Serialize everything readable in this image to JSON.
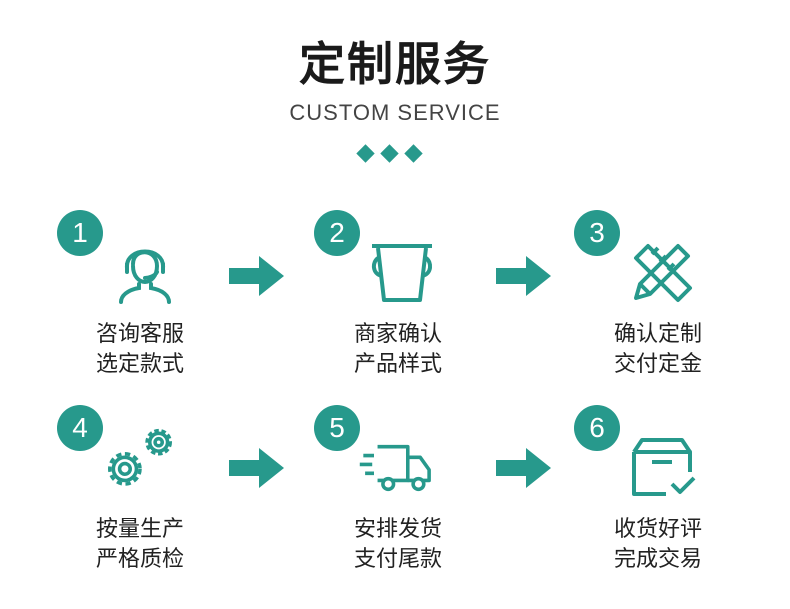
{
  "header": {
    "title": "定制服务",
    "subtitle": "CUSTOM SERVICE"
  },
  "accent_color": "#27998c",
  "steps": [
    {
      "number": "1",
      "icon": "customer-service-headset-icon",
      "line1": "咨询客服",
      "line2": "选定款式"
    },
    {
      "number": "2",
      "icon": "bucket-icon",
      "line1": "商家确认",
      "line2": "产品样式"
    },
    {
      "number": "3",
      "icon": "pencil-ruler-icon",
      "line1": "确认定制",
      "line2": "交付定金"
    },
    {
      "number": "4",
      "icon": "gears-icon",
      "line1": "按量生产",
      "line2": "严格质检"
    },
    {
      "number": "5",
      "icon": "delivery-truck-icon",
      "line1": "安排发货",
      "line2": "支付尾款"
    },
    {
      "number": "6",
      "icon": "box-check-icon",
      "line1": "收货好评",
      "line2": "完成交易"
    }
  ]
}
